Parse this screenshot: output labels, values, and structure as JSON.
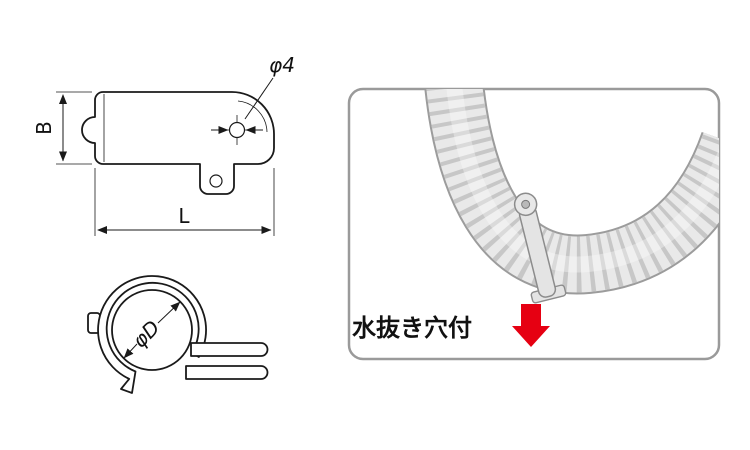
{
  "tech_drawing": {
    "top_view": {
      "hole_label": "φ4",
      "height_label": "B",
      "length_label": "L"
    },
    "side_view": {
      "diameter_label": "φD"
    }
  },
  "photo_panel": {
    "caption": "水抜き穴付"
  },
  "colors": {
    "line": "#1a1a1a",
    "panel_border": "#9a9a9a",
    "red_arrow": "#e60012",
    "pipe_light": "#e9e9e9",
    "pipe_mid": "#c7c7c7",
    "pipe_edge": "#9c9c9c"
  }
}
